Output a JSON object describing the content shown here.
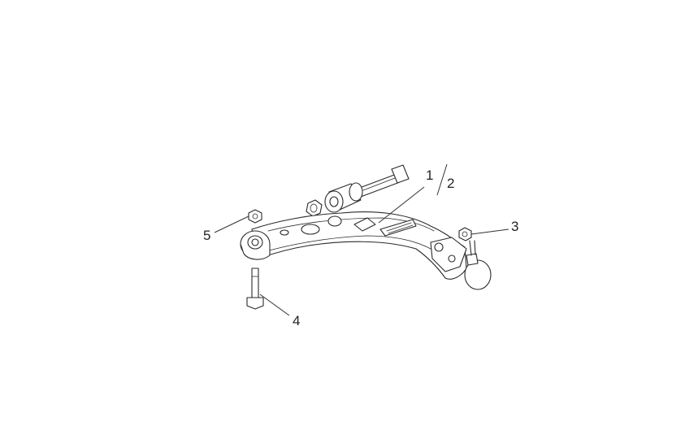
{
  "diagram": {
    "callouts": [
      {
        "id": "1",
        "label": "1"
      },
      {
        "id": "2",
        "label": "2"
      },
      {
        "id": "3",
        "label": "3"
      },
      {
        "id": "4",
        "label": "4"
      },
      {
        "id": "5",
        "label": "5"
      }
    ],
    "colors": {
      "line": "#2a2a2a",
      "background": "#ffffff"
    }
  }
}
